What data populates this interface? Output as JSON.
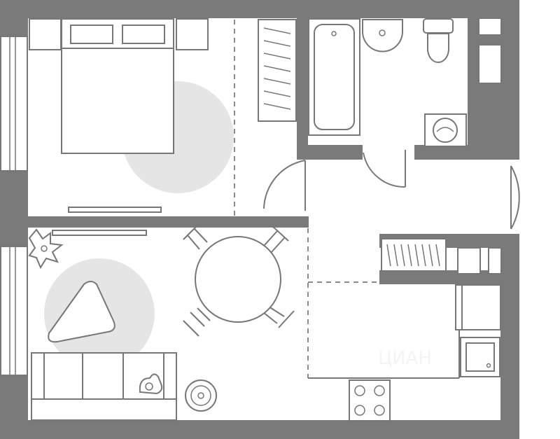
{
  "plan": {
    "type": "apartment-floor-plan",
    "rooms": [
      "bedroom",
      "bathroom",
      "hallway",
      "living-room",
      "kitchen"
    ],
    "colors": {
      "wall": "#7a7a7a",
      "line": "#777777",
      "rug": "#e5e5e5",
      "background": "#ffffff"
    },
    "icons": [
      "bed-icon",
      "bathtub-icon",
      "sink-icon",
      "toilet-icon",
      "washing-machine-icon",
      "wardrobe-icon",
      "dining-table-icon",
      "chair-icon",
      "sofa-icon",
      "plant-icon",
      "robot-vacuum-icon",
      "cat-icon",
      "stove-icon",
      "kitchen-sink-icon",
      "fridge-icon",
      "door-icon"
    ],
    "watermark": "ЦИАН"
  }
}
